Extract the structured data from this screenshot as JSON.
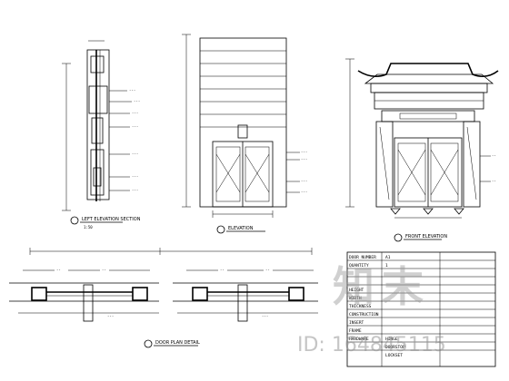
{
  "views": {
    "left_elevation_caption": "LEFT ELEVATION SECTION",
    "middle_elevation_caption": "ELEVATION",
    "right_elevation_caption": "FRONT ELEVATION",
    "plan_caption": "DOOR PLAN DETAIL",
    "scale_note": "1:50"
  },
  "title_block": {
    "door_number_label": "DOOR NUMBER",
    "quantity_label": "QUANTITY",
    "height_label": "HEIGHT",
    "width_label": "WIDTH",
    "thickness_label": "THICKNESS",
    "construction_label": "CONSTRUCTION",
    "insert_label": "INSERT",
    "frame_label": "FRAME",
    "hardware_label": "HARDWARE",
    "hinge_label": "HINGE",
    "doorstop_label": "DOORSTOP",
    "lockset_label": "LOCKSET",
    "door_number_value": "A1",
    "quantity_value": "1"
  },
  "watermark": {
    "logo_text": "知末",
    "id_text": "ID: 164845115"
  },
  "colors": {
    "line": "#000000",
    "watermark": "#969696"
  }
}
